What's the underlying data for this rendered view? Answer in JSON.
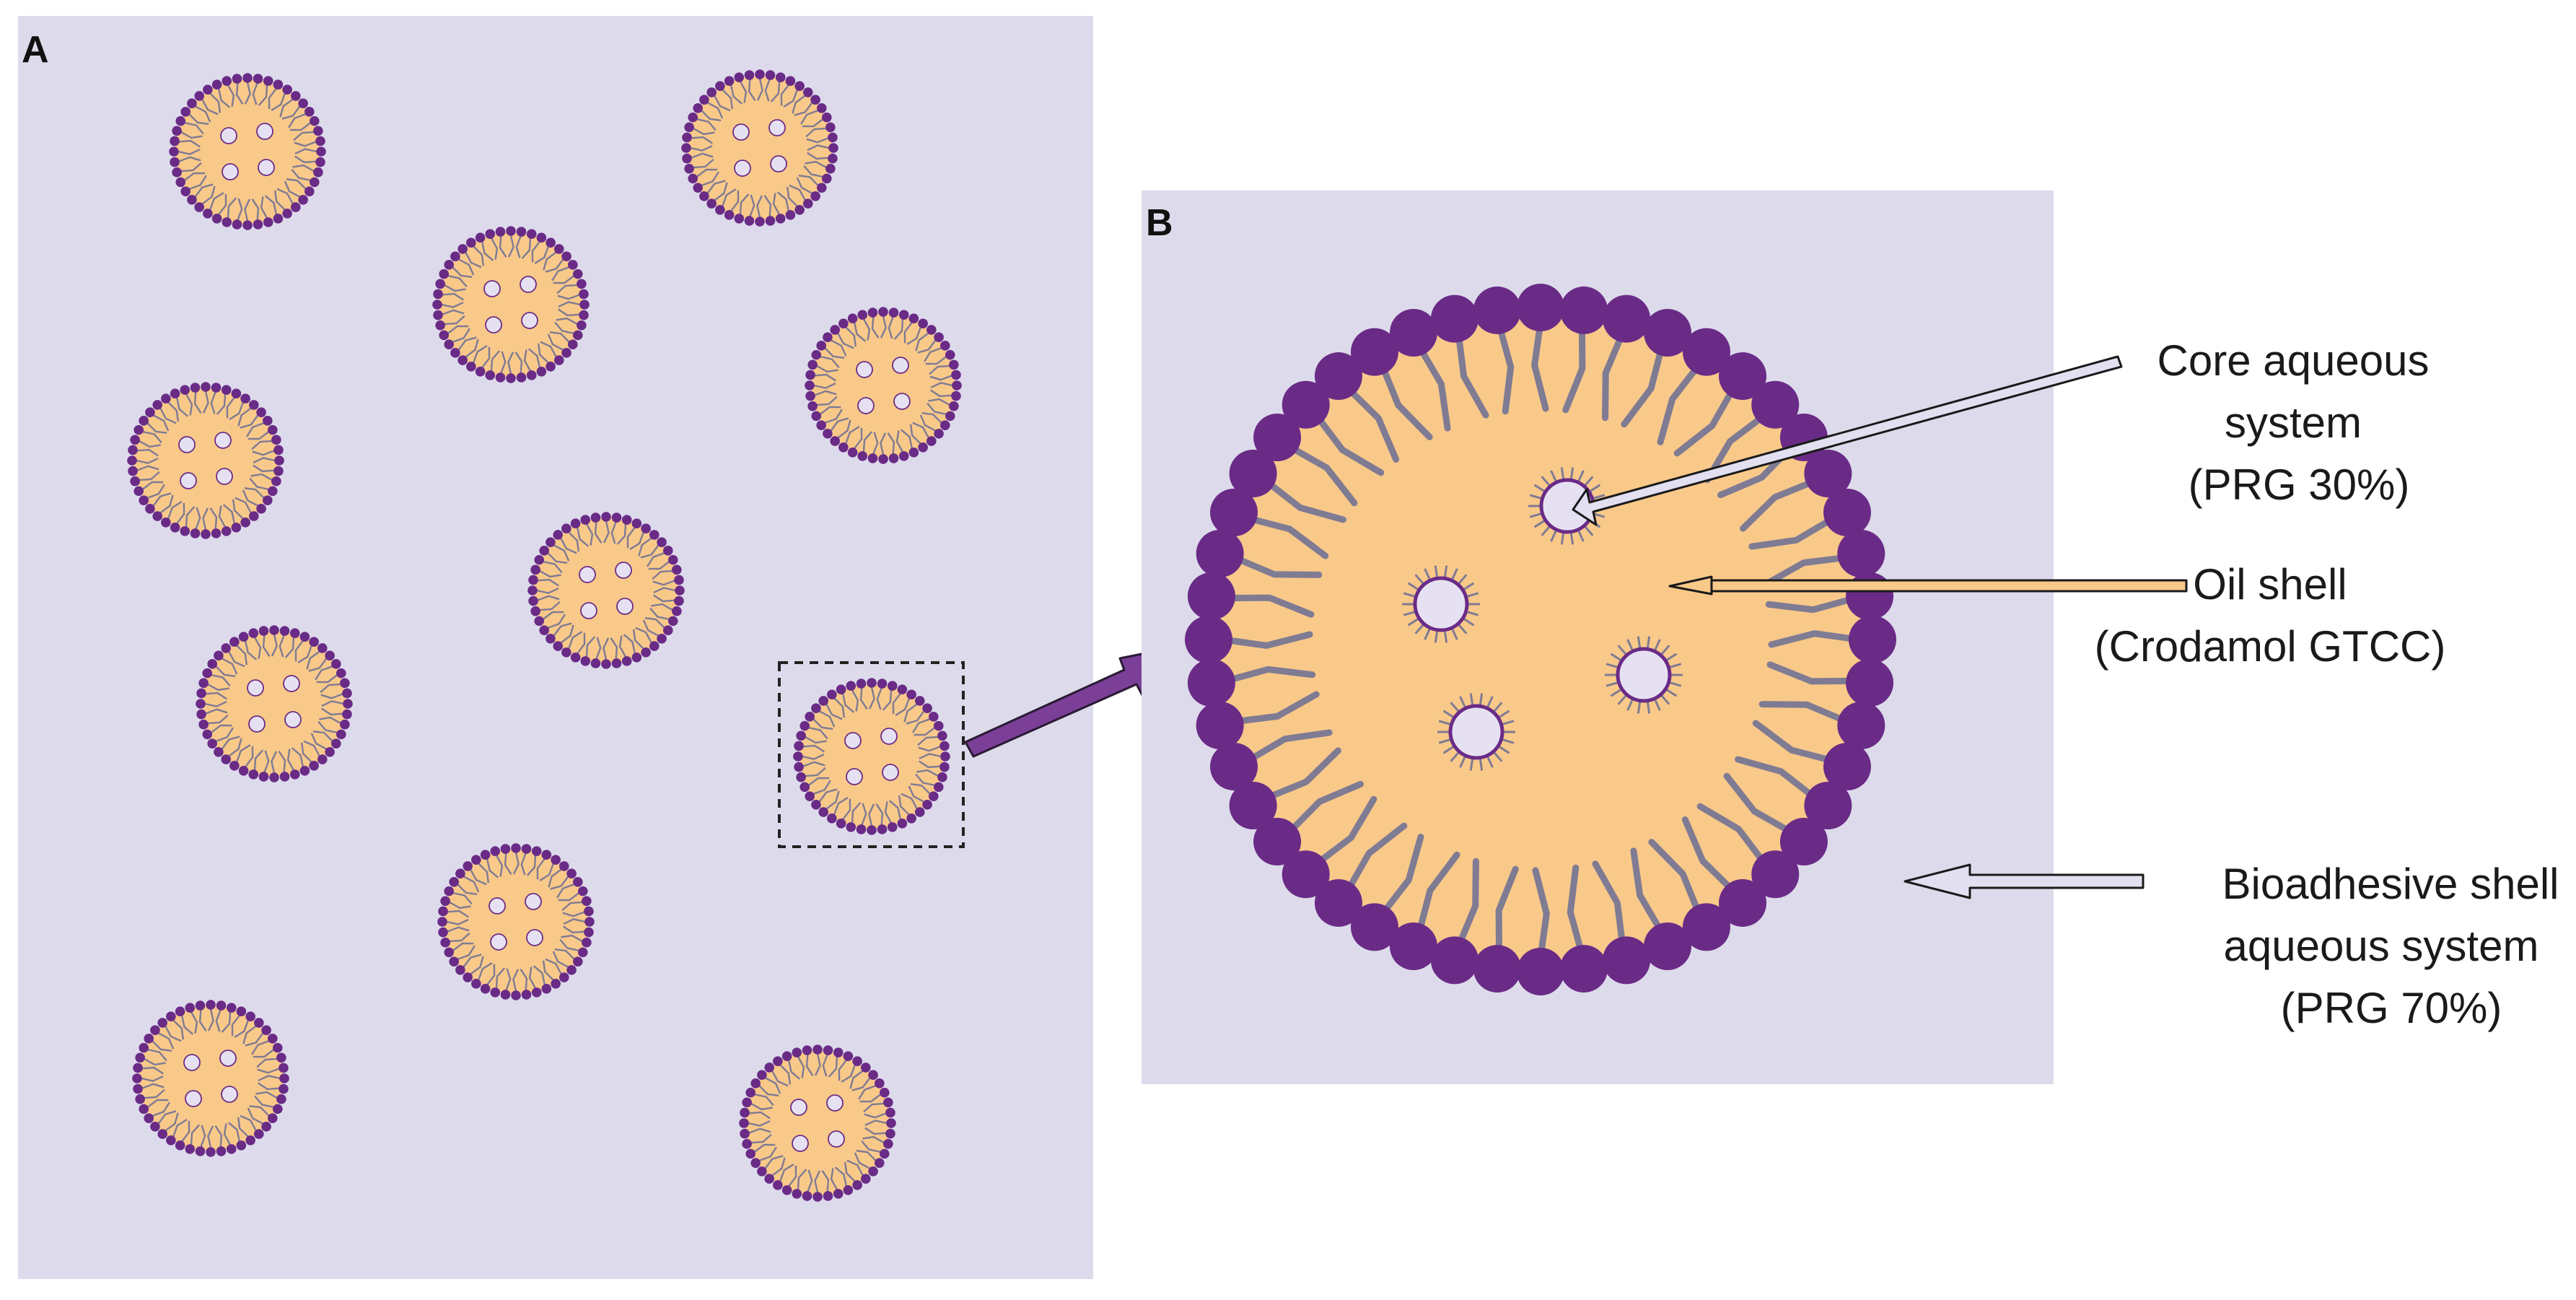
{
  "panels": {
    "a": {
      "letter": "A"
    },
    "b": {
      "letter": "B"
    }
  },
  "labels": {
    "core": [
      "Core aqueous",
      "system",
      "(PRG 30%)"
    ],
    "oil": [
      "Oil shell",
      "(Crodamol GTCC)"
    ],
    "bioadhesive": [
      "Bioadhesive shell",
      "aqueous system",
      "(PRG 70%)"
    ]
  },
  "colors": {
    "background_panel": "#dddbeb",
    "oil": "#f9c98a",
    "headgroup": "#6a2b87",
    "tail": "#7f7b93",
    "droplet": "#e6e1f2",
    "arrow_fill_light": "#e2dff0",
    "arrow_fill_oil": "#f9c98a",
    "arrow_fill_purple": "#7b3f98",
    "text": "#1a1a1a"
  },
  "icons": {
    "nanoemulsion": "multiple-emulsion-droplet",
    "zoom_arrow": "purple-arrow-icon",
    "pointer_arrow": "outlined-arrow-icon"
  }
}
